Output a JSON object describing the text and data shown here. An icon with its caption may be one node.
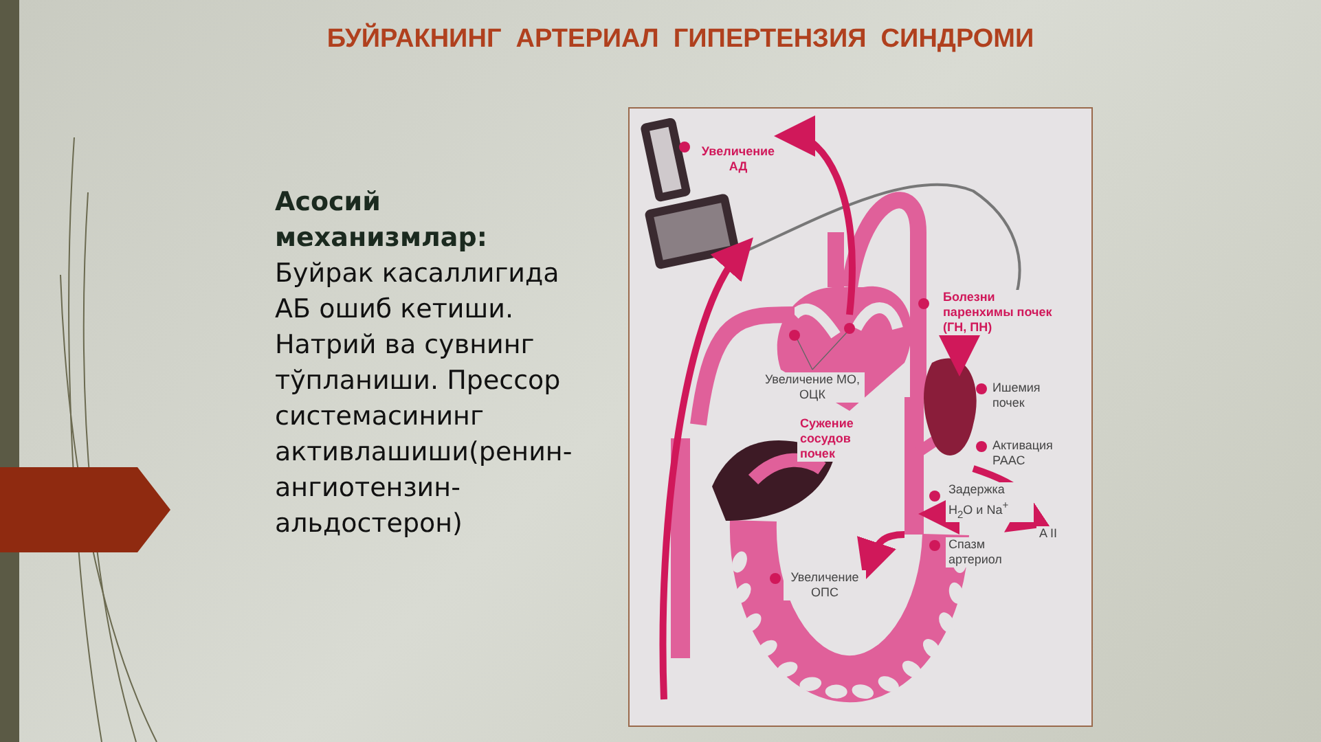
{
  "diagram": {
    "title": "БУЙРАКНИНГ  АРТЕРИАЛ  ГИПЕРТЕНЗИЯ  СИНДРОМИ",
    "labels": [
      "Асосий механизмлар:",
      "Буйрак касаллигида АБ ошиб кетиши. Натрий ва сувнинг тўпланиши. Прессор системасининг активлашиши(ренин-ангиотензин-альдостерон)",
      "Увеличение АД",
      "Болезни паренхимы почек (ГН, ПН)",
      "Увеличение МО, ОЦК",
      "Ишемия почек",
      "Сужение сосудов почек",
      "Активация РААС",
      "Задержка H$_{2}$O и Na$^{+}$",
      "A II",
      "Спазм артериол",
      "Увеличение ОПС"
    ]
  }
}
